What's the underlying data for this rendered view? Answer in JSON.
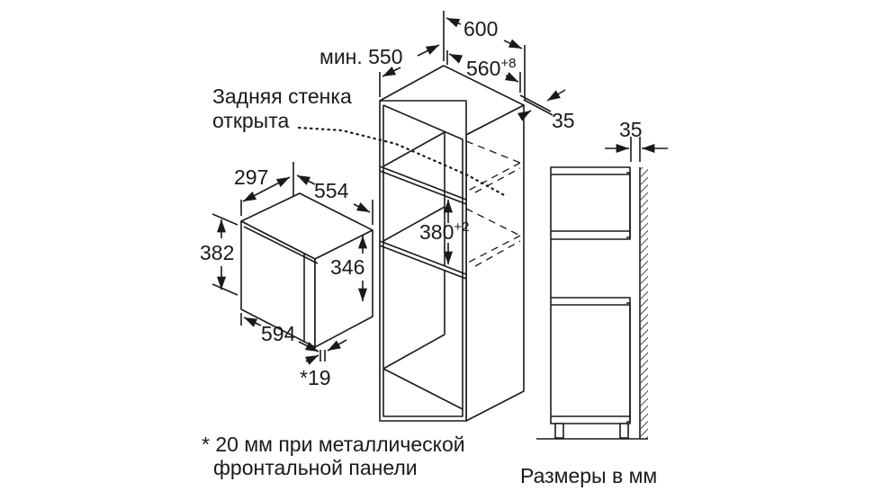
{
  "diagram": {
    "title": "Built-in microwave installation dimensions",
    "colors": {
      "line": "#1a1a1a",
      "background": "#ffffff"
    },
    "labels": {
      "rear_wall": {
        "line1": "Задняя стенка",
        "line2": "открыта"
      },
      "cabinet_depth_min": "мин. 550",
      "cabinet_width": "600",
      "niche_width": "560",
      "niche_width_tol": "+8",
      "rear_gap": "35",
      "niche_height": "380",
      "niche_height_tol": "+2",
      "side_wall_gap": "35",
      "appliance_depth_total": "297",
      "appliance_depth_body": "554",
      "appliance_height_front": "382",
      "appliance_height_body": "346",
      "appliance_width": "594",
      "front_panel_thickness": "*19"
    },
    "footnote": {
      "line1": "* 20 мм при металлической",
      "line2": "фронтальной панели"
    },
    "units_caption": "Размеры в мм"
  }
}
